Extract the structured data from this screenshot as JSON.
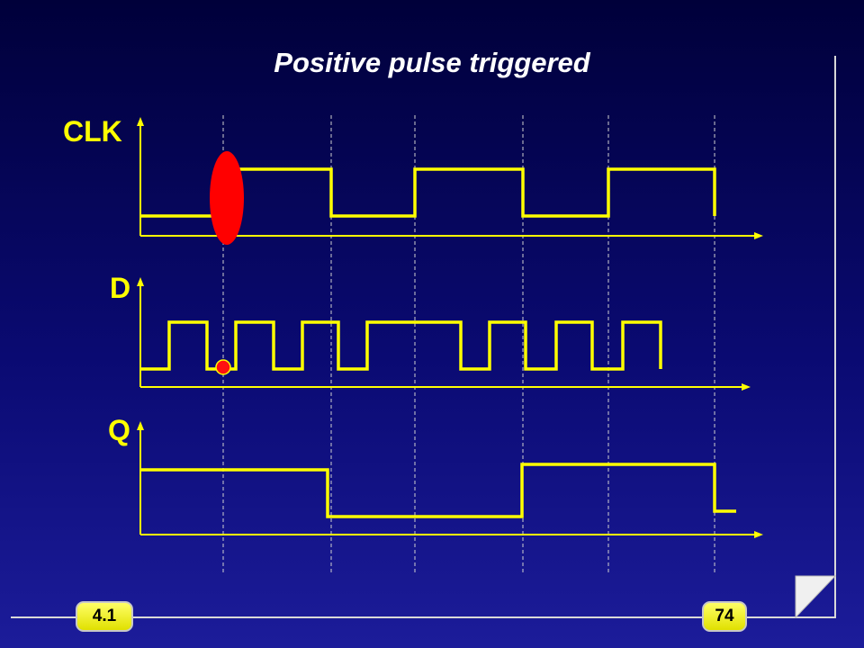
{
  "slide": {
    "title": "Positive pulse triggered",
    "section_badge": "4.1",
    "page_badge": "74"
  },
  "signals": [
    {
      "label": "CLK"
    },
    {
      "label": "D"
    },
    {
      "label": "Q"
    }
  ],
  "colors": {
    "waveform": "#ffff00",
    "highlight": "#ff0000",
    "background_top": "#00003a",
    "background_bottom": "#1c1c9a",
    "badge": "#ffff33"
  }
}
